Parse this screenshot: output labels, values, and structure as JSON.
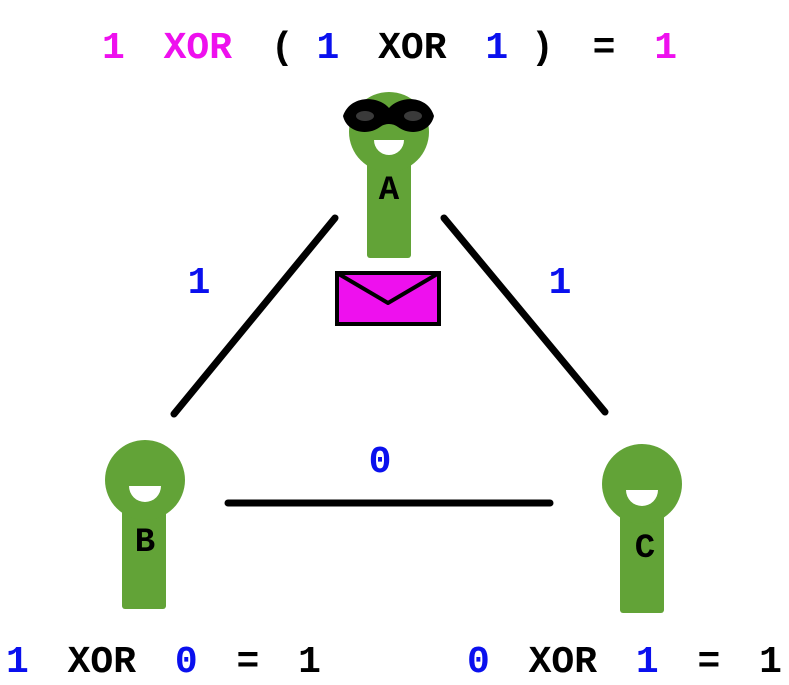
{
  "colors": {
    "person": "#62a337",
    "magenta": "#ee10ee",
    "blue": "#0a10ee",
    "black": "#000000",
    "white": "#ffffff"
  },
  "top_equation": {
    "a": "1",
    "op1": "XOR",
    "lparen": "(",
    "b": "1",
    "op2": "XOR",
    "c": "1",
    "rparen": ")",
    "eq": "=",
    "result": "1"
  },
  "people": {
    "a": {
      "label": "A",
      "icons": [
        "mask-icon",
        "envelope-icon"
      ]
    },
    "b": {
      "label": "B"
    },
    "c": {
      "label": "C"
    }
  },
  "edges": {
    "ab": "1",
    "ac": "1",
    "bc": "0"
  },
  "left_equation": {
    "x": "1",
    "op": "XOR",
    "y": "0",
    "eq": "=",
    "result": "1"
  },
  "right_equation": {
    "x": "0",
    "op": "XOR",
    "y": "1",
    "eq": "=",
    "result": "1"
  }
}
